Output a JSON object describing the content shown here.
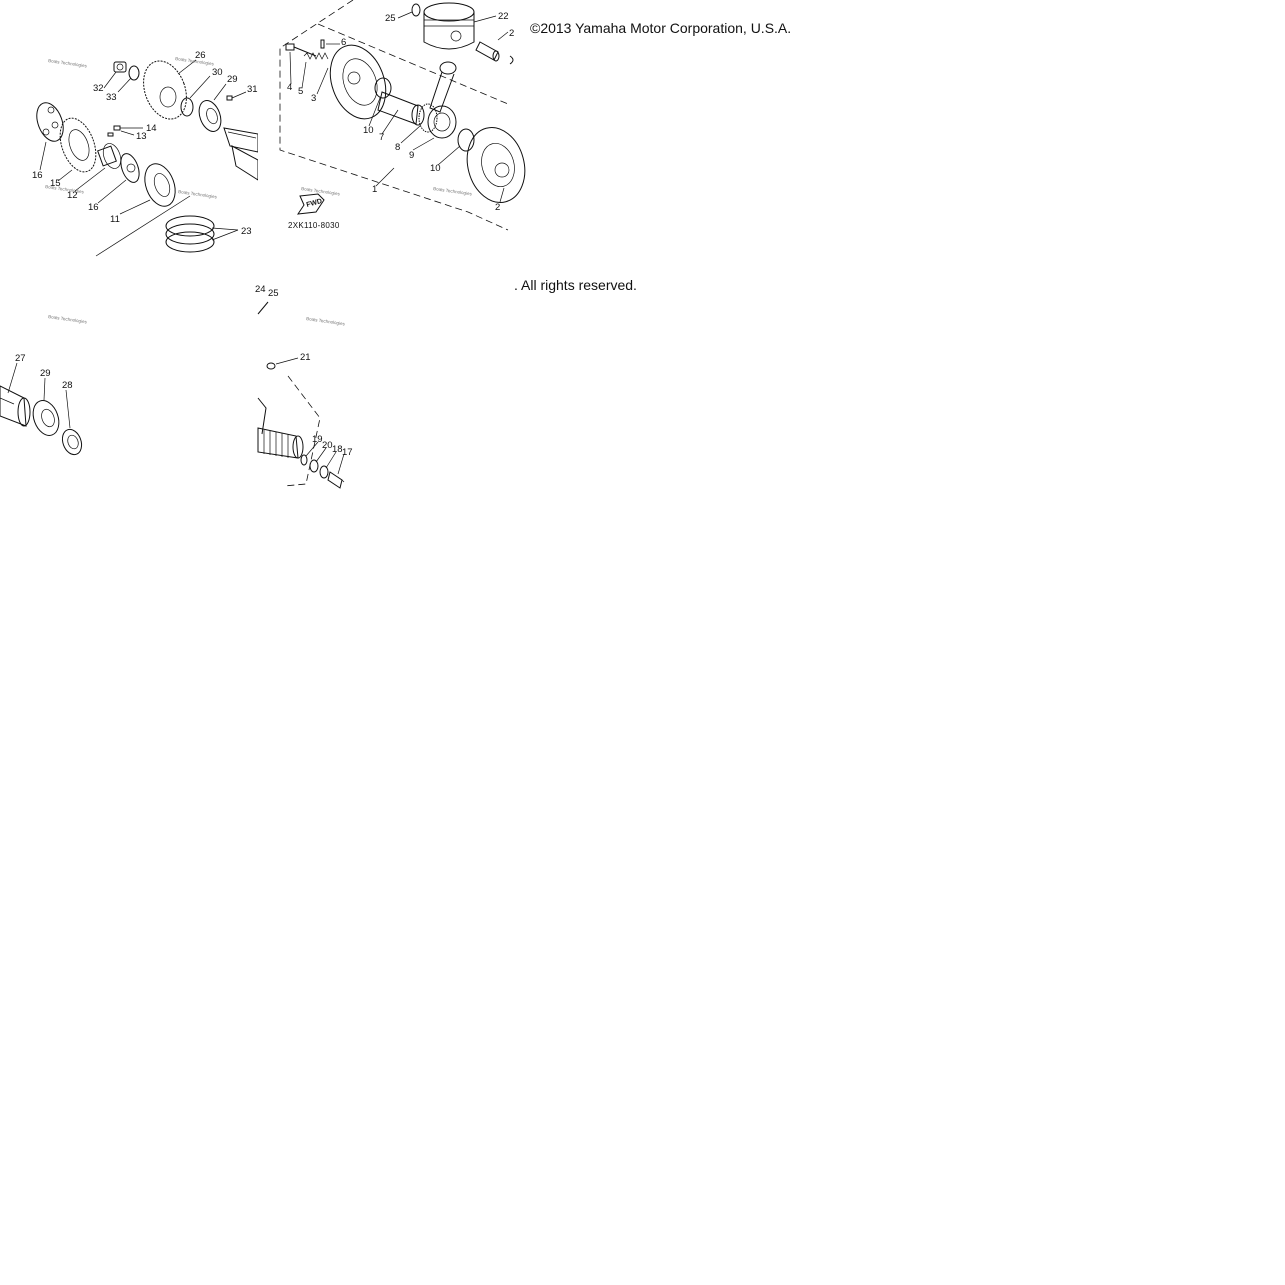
{
  "copyright": {
    "line1": "©2013 Yamaha Motor Corporation, U.S.A.",
    "line2": ". All rights reserved."
  },
  "diagram": {
    "part_number": "2XK110-8030",
    "fwd_label": "FWD",
    "watermark": "Boats Technologies",
    "callouts": {
      "c1": "1",
      "c2a": "2",
      "c2b": "2",
      "c3": "3",
      "c4": "4",
      "c5": "5",
      "c6": "6",
      "c7": "7",
      "c8": "8",
      "c9": "9",
      "c10a": "10",
      "c10b": "10",
      "c11": "11",
      "c12": "12",
      "c13": "13",
      "c14": "14",
      "c15": "15",
      "c16a": "16",
      "c16b": "16",
      "c17": "17",
      "c18": "18",
      "c19": "19",
      "c20": "20",
      "c21": "21",
      "c22": "22",
      "c23": "23",
      "c24": "24",
      "c25a": "25",
      "c25b": "25",
      "c26": "26",
      "c27": "27",
      "c28": "28",
      "c29a": "29",
      "c29b": "29",
      "c30": "30",
      "c31": "31",
      "c32": "32",
      "c33": "33"
    }
  }
}
